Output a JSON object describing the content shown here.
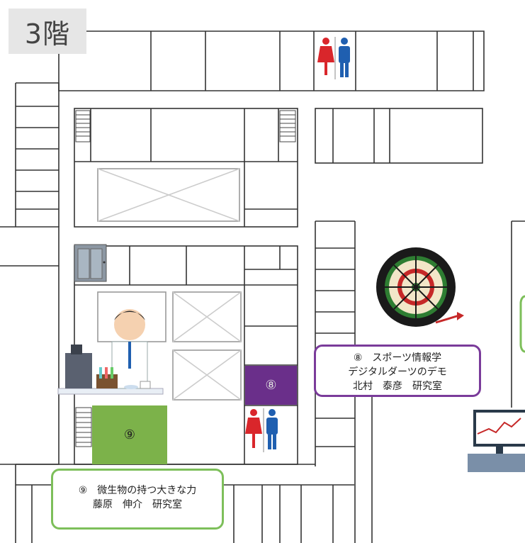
{
  "floor": {
    "label": "3階"
  },
  "rooms": [
    {
      "num": "⑧",
      "color": "#6a2f8a"
    },
    {
      "num": "⑨",
      "color": "#7cb24a"
    }
  ],
  "exhibits": {
    "r8": {
      "title": "⑧　スポーツ情報学",
      "subtitle": "デジタルダーツのデモ",
      "lab": "北村　泰彦　研究室",
      "border": "#7a3b9a"
    },
    "r9": {
      "title": "⑨　微生物の持つ大きな力",
      "lab": "藤原　伸介　研究室",
      "border": "#7dbf5a"
    }
  },
  "icons": [
    "restroom-icon",
    "elevator-icon",
    "scientist-icon",
    "dartboard-icon",
    "computer-icon",
    "stairs-icon"
  ]
}
